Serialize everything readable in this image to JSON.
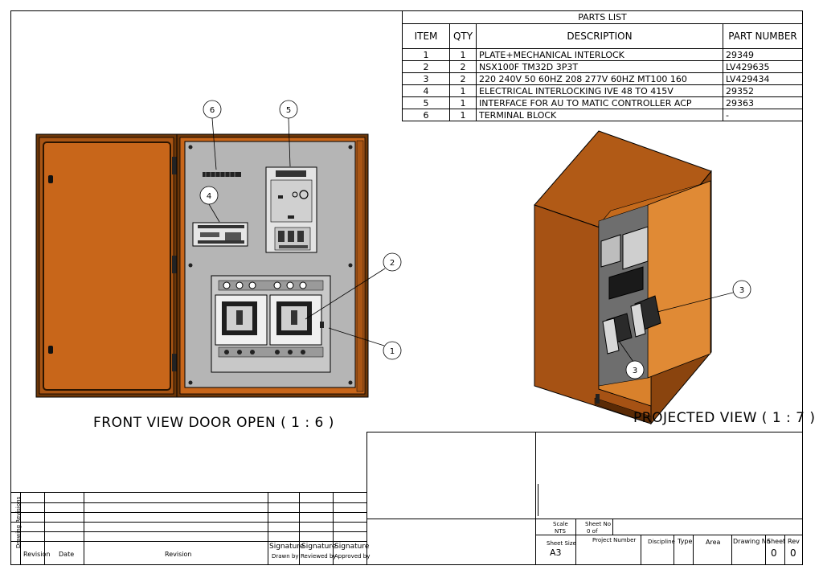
{
  "parts_list": {
    "title": "PARTS LIST",
    "headers": [
      "ITEM",
      "QTY",
      "DESCRIPTION",
      "PART NUMBER"
    ],
    "rows": [
      {
        "item": "1",
        "qty": "1",
        "description": "PLATE+MECHANICAL INTERLOCK",
        "part_number": "29349"
      },
      {
        "item": "2",
        "qty": "2",
        "description": "NSX100F TM32D 3P3T",
        "part_number": "LV429635"
      },
      {
        "item": "3",
        "qty": "2",
        "description": "220 240V 50 60HZ 208 277V 60HZ MT100 160",
        "part_number": "LV429434"
      },
      {
        "item": "4",
        "qty": "1",
        "description": "ELECTRICAL INTERLOCKING IVE 48 TO 415V",
        "part_number": "29352"
      },
      {
        "item": "5",
        "qty": "1",
        "description": "INTERFACE FOR AU TO MATIC CONTROLLER ACP",
        "part_number": "29363"
      },
      {
        "item": "6",
        "qty": "1",
        "description": "TERMINAL BLOCK",
        "part_number": "-"
      }
    ]
  },
  "views": {
    "front_label": "FRONT VIEW DOOR OPEN ( 1 : 6 )",
    "projected_label": "PROJECTED VIEW ( 1 : 7 )"
  },
  "callouts": {
    "c1": "1",
    "c2": "2",
    "c3a": "3",
    "c3b": "3",
    "c4": "4",
    "c5": "5",
    "c6": "6"
  },
  "revisions": {
    "side_label": "Drawing Revisions",
    "col_revision": "Revision",
    "col_date": "Date",
    "col_desc": "Revision",
    "sig1": "Signature",
    "sig2": "Signature",
    "sig3": "Signature",
    "drawn_by": "Drawn by",
    "reviewed_by": "Reviewed by",
    "approved_by": "Approved by"
  },
  "title_block": {
    "scale_label": "Scale",
    "scale_value": "NTS",
    "sheet_no_label": "Sheet No",
    "sheet_no_value": "0  of",
    "sheet_size_label": "Sheet Size",
    "sheet_size_value": "A3",
    "project_number_label": "Project Number",
    "discipline_label": "Discipline",
    "type_label": "Type",
    "area_label": "Area",
    "drawing_no_label": "Drawing No",
    "sheet_label": "Sheet",
    "sheet_value": "0",
    "rev_label": "Rev",
    "rev_value": "0"
  },
  "colors": {
    "enclosure_orange": "#C8661A",
    "enclosure_dark": "#6B3608",
    "plate_grey": "#B5B5B5",
    "line": "#000000"
  }
}
